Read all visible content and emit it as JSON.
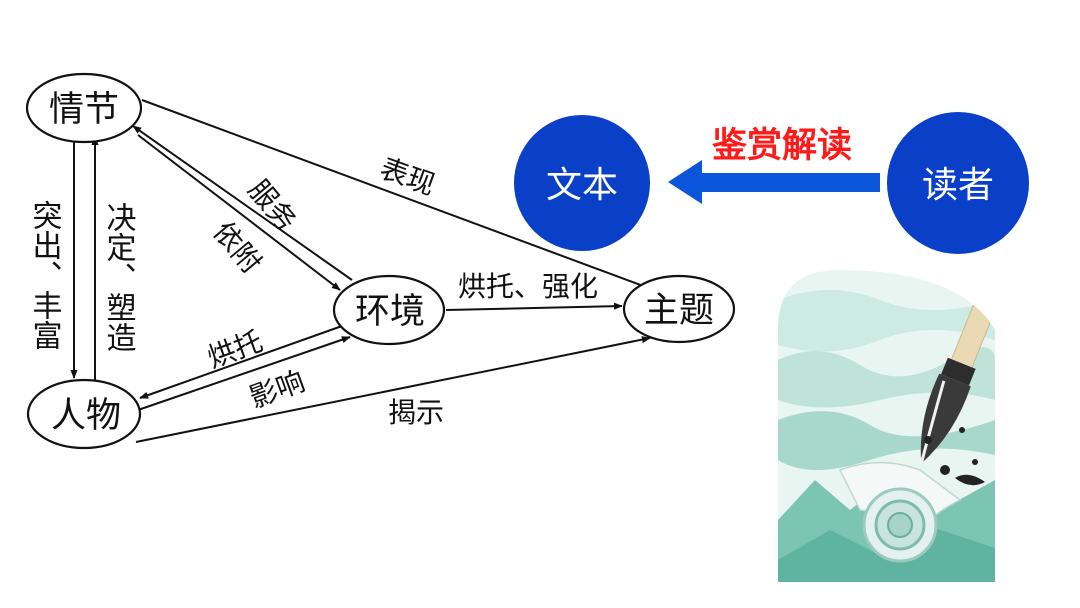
{
  "diagram": {
    "nodes": {
      "plot": "情节",
      "character": "人物",
      "environment": "环境",
      "theme": "主题"
    },
    "edges": {
      "plot_to_character": "突出、丰富",
      "character_to_plot": "决定、塑造",
      "plot_env_serve": "服务",
      "plot_env_depend": "依附",
      "plot_to_theme": "表现",
      "env_to_theme": "烘托、强化",
      "env_to_character_backdrop": "烘托",
      "env_to_character_influence": "影响",
      "character_to_theme": "揭示"
    }
  },
  "reading": {
    "text_node": "文本",
    "reader_node": "读者",
    "arrow_label": "鉴赏解读",
    "circle_color": "#0a3fc7",
    "arrow_color": "#0a55d9",
    "label_color": "#ff1a1a"
  },
  "illustration": {
    "name": "calligraphy-brush-scroll-illustration"
  }
}
